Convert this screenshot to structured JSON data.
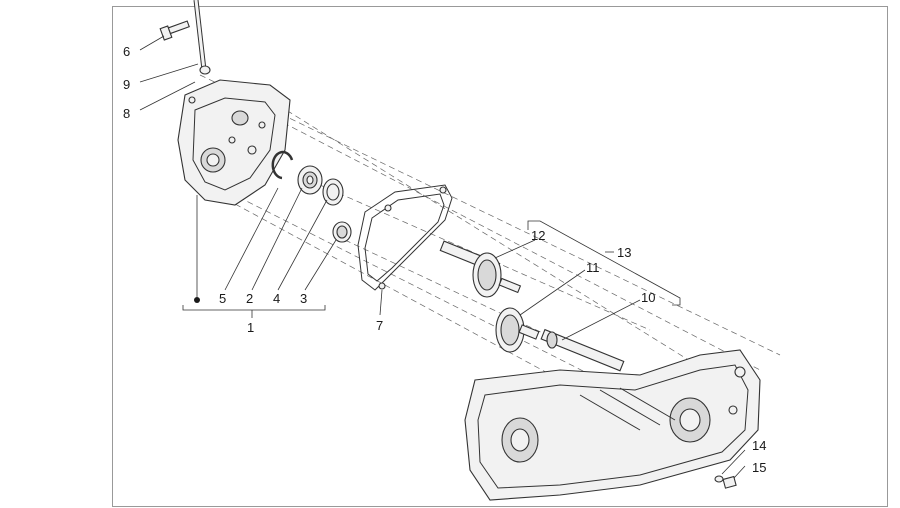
{
  "callouts": {
    "c1": "1",
    "c2": "2",
    "c3": "3",
    "c4": "4",
    "c5": "5",
    "c6": "6",
    "c7": "7",
    "c8": "8",
    "c9": "9",
    "c10": "10",
    "c11": "11",
    "c12": "12",
    "c13": "13",
    "c14": "14",
    "c15": "15"
  },
  "colors": {
    "line": "#333333",
    "fill": "#f2f2f2",
    "frame": "#999999"
  }
}
